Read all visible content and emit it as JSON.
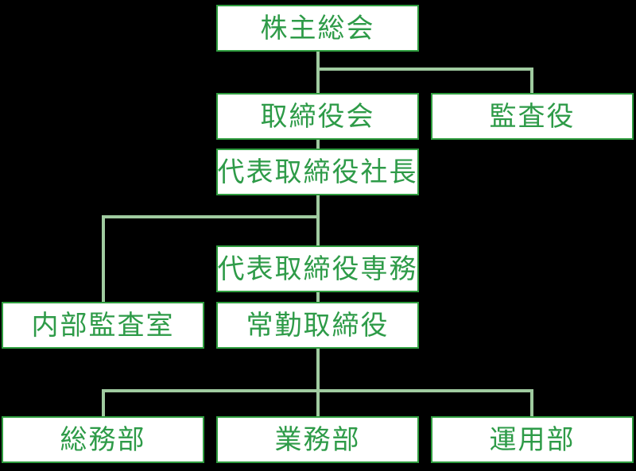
{
  "colors": {
    "background": "#000000",
    "box_fill": "#FFFFFF",
    "box_border": "#2F9D3F",
    "text_green": "#2E9B48",
    "connector": "#A0CBA0"
  },
  "nodes": {
    "shareholders_meeting": {
      "label": "株主総会"
    },
    "board_of_directors": {
      "label": "取締役会"
    },
    "auditor": {
      "label": "監査役"
    },
    "president": {
      "label": "代表取締役社長"
    },
    "senior_managing_director": {
      "label": "代表取締役専務"
    },
    "internal_audit_office": {
      "label": "内部監査室"
    },
    "standing_director": {
      "label": "常勤取締役"
    },
    "general_affairs_dept": {
      "label": "総務部"
    },
    "operations_dept": {
      "label": "業務部"
    },
    "fund_management_dept": {
      "label": "運用部"
    }
  }
}
